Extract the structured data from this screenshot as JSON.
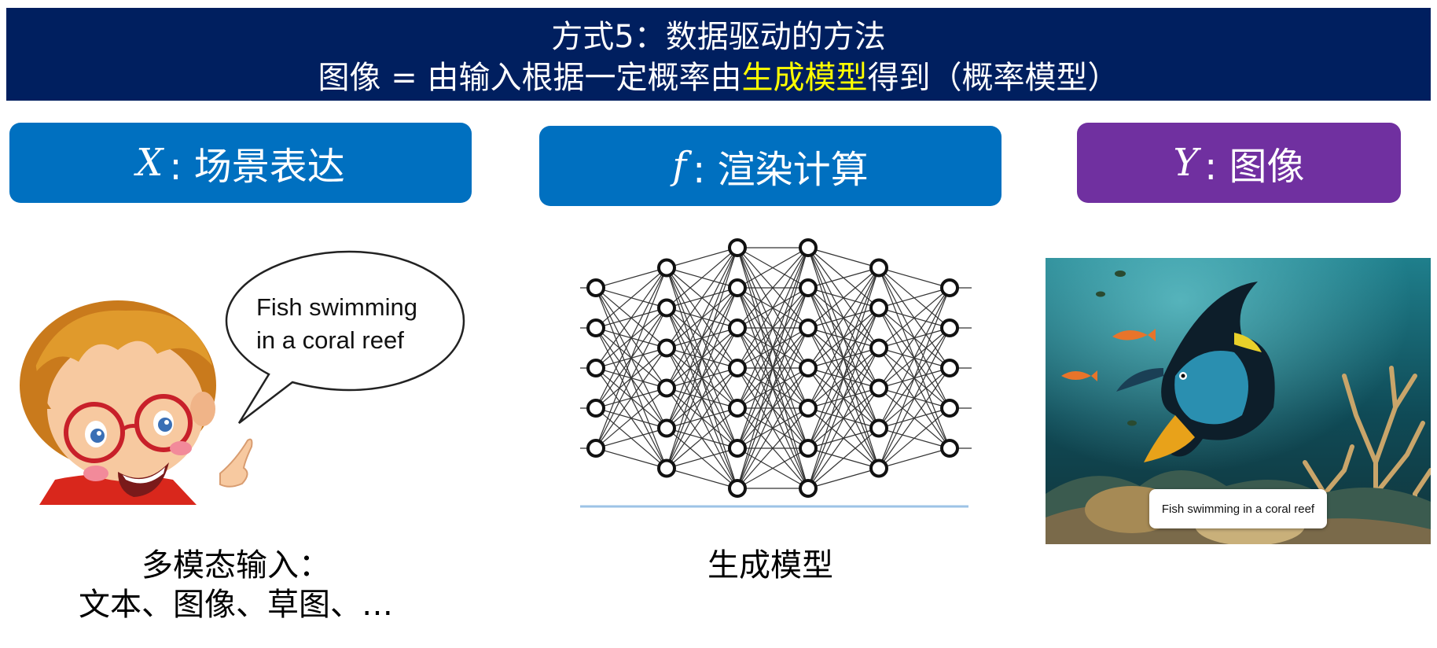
{
  "header": {
    "line1": "方式5：数据驱动的方法",
    "line2_prefix": "图像 = 由输入根据一定概率由",
    "line2_highlight": "生成模型",
    "line2_suffix": "得到（概率模型）"
  },
  "boxes": {
    "x": {
      "var": "X",
      "label": ": 场景表达"
    },
    "f": {
      "var": "f",
      "label": ": 渲染计算"
    },
    "y": {
      "var": "Y",
      "label": ": 图像"
    }
  },
  "speech_bubble": {
    "line1": "Fish swimming",
    "line2": "in a coral reef"
  },
  "image_caption": "Fish swimming in a coral reef",
  "captions": {
    "left_line1": "多模态输入：",
    "left_line2": "文本、图像、草图、…",
    "middle": "生成模型"
  },
  "network": {
    "layer_sizes": [
      5,
      6,
      7,
      7,
      6,
      5
    ]
  },
  "colors": {
    "banner": "#001f5f",
    "box_blue": "#0070c0",
    "box_purple": "#7030a0",
    "highlight": "#ffff00"
  }
}
